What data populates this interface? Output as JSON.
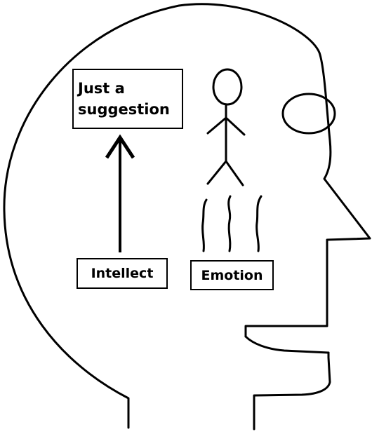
{
  "diagram": {
    "boxes": {
      "suggestion_line1": "Just  a",
      "suggestion_line2": "suggestion",
      "intellect": "Intellect",
      "emotion": "Emotion"
    },
    "colors": {
      "ink": "#000000",
      "paper": "#ffffff"
    }
  }
}
